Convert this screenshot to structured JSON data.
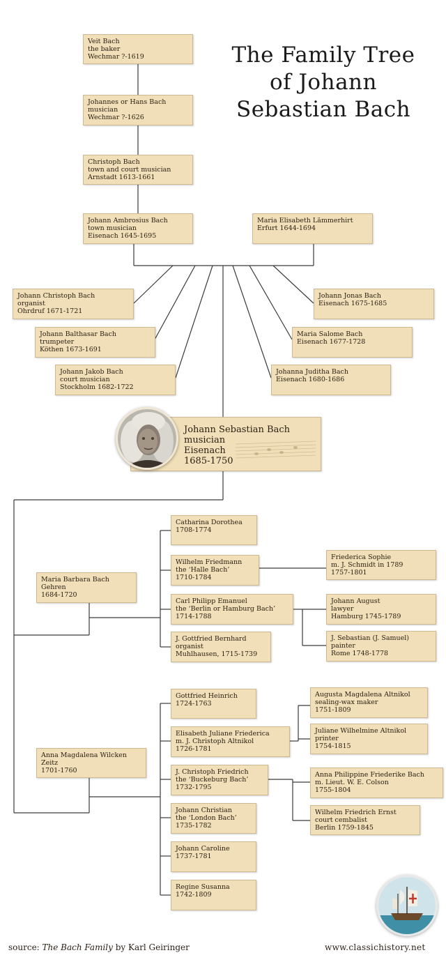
{
  "title": [
    "The Family Tree",
    "of Johann",
    "Sebastian Bach"
  ],
  "ancestors": [
    {
      "lines": [
        "Veit Bach",
        "the baker",
        "Wechmar ?-1619"
      ]
    },
    {
      "lines": [
        "Johannes or Hans Bach",
        "musician",
        "Wechmar ?-1626"
      ]
    },
    {
      "lines": [
        "Christoph Bach",
        "town and court musician",
        "Arnstadt 1613-1661"
      ]
    },
    {
      "lines": [
        "Johann Ambrosius Bach",
        "town musician",
        "Eisenach 1645-1695"
      ]
    }
  ],
  "mother": {
    "lines": [
      "Maria Elisabeth Lämmerhirt",
      "Erfurt 1644-1694"
    ]
  },
  "siblings_left": [
    {
      "lines": [
        "Johann Christoph Bach",
        "organist",
        "Ohrdruf 1671-1721"
      ]
    },
    {
      "lines": [
        "Johann Balthasar Bach",
        "trumpeter",
        "Köthen 1673-1691"
      ]
    },
    {
      "lines": [
        "Johann Jakob Bach",
        "court musician",
        "Stockholm 1682-1722"
      ]
    }
  ],
  "siblings_right": [
    {
      "lines": [
        "Johann Jonas Bach",
        "Eisenach 1675-1685"
      ]
    },
    {
      "lines": [
        "Maria Salome Bach",
        "Eisenach 1677-1728"
      ]
    },
    {
      "lines": [
        "Johanna Juditha Bach",
        "Eisenach 1680-1686"
      ]
    }
  ],
  "jsb": {
    "lines": [
      "Johann Sebastian Bach",
      "musician",
      "Eisenach",
      "1685-1750"
    ]
  },
  "wife1": {
    "lines": [
      "Maria Barbara Bach",
      "Gehren",
      "1684-1720"
    ]
  },
  "children1": [
    {
      "lines": [
        "Catharina Dorothea",
        "1708-1774"
      ]
    },
    {
      "lines": [
        "Wilhelm Friedmann",
        "the ‘Halle Bach’",
        "1710-1784"
      ]
    },
    {
      "lines": [
        "Carl Philipp Emanuel",
        "the ‘Berlin or Hamburg Bach’",
        "1714-1788"
      ]
    },
    {
      "lines": [
        "J. Gottfried Bernhard",
        "organist",
        "Muhlhausen, 1715-1739"
      ]
    }
  ],
  "grandchildren1": [
    {
      "lines": [
        "Friederica Sophie",
        "m. J. Schmidt in 1789",
        "1757-1801"
      ]
    },
    {
      "lines": [
        "Johann August",
        "lawyer",
        "Hamburg 1745-1789"
      ]
    },
    {
      "lines": [
        "J. Sebastian (J. Samuel)",
        "painter",
        "Rome 1748-1778"
      ]
    }
  ],
  "wife2": {
    "lines": [
      "Anna Magdalena Wilcken",
      "Zeitz",
      "1701-1760"
    ]
  },
  "children2": [
    {
      "lines": [
        "Gottfried Heinrich",
        "1724-1763"
      ]
    },
    {
      "lines": [
        "Elisabeth Juliane Friederica",
        "m. J. Christoph Altnikol",
        "1726-1781"
      ]
    },
    {
      "lines": [
        "J. Christoph Friedrich",
        "the ‘Buckeburg Bach’",
        "1732-1795"
      ]
    },
    {
      "lines": [
        "Johann Christian",
        "the ‘London Bach’",
        "1735-1782"
      ]
    },
    {
      "lines": [
        "Johann Caroline",
        "1737-1781"
      ]
    },
    {
      "lines": [
        "Regine Susanna",
        "1742-1809"
      ]
    }
  ],
  "grandchildren2": [
    {
      "lines": [
        "Augusta Magdalena Altnikol",
        "sealing-wax maker",
        "1751-1809"
      ]
    },
    {
      "lines": [
        "Juliane Wilhelmine Altnikol",
        "printer",
        "1754-1815"
      ]
    },
    {
      "lines": [
        "Anna Philippine Friederike Bach",
        "m. Lieut. W. E. Colson",
        "1755-1804"
      ]
    },
    {
      "lines": [
        "Wilhelm Friedrich Ernst",
        "court cembalist",
        "Berlin 1759-1845"
      ]
    }
  ],
  "footer": {
    "source_prefix": "source: ",
    "source_title": "The Bach Family",
    "source_suffix": " by Karl Geiringer",
    "website": "www.classichistory.net"
  },
  "colors": {
    "box": "#f0dfb8",
    "box_border": "#cdb88f",
    "line": "#3a3a3a"
  }
}
